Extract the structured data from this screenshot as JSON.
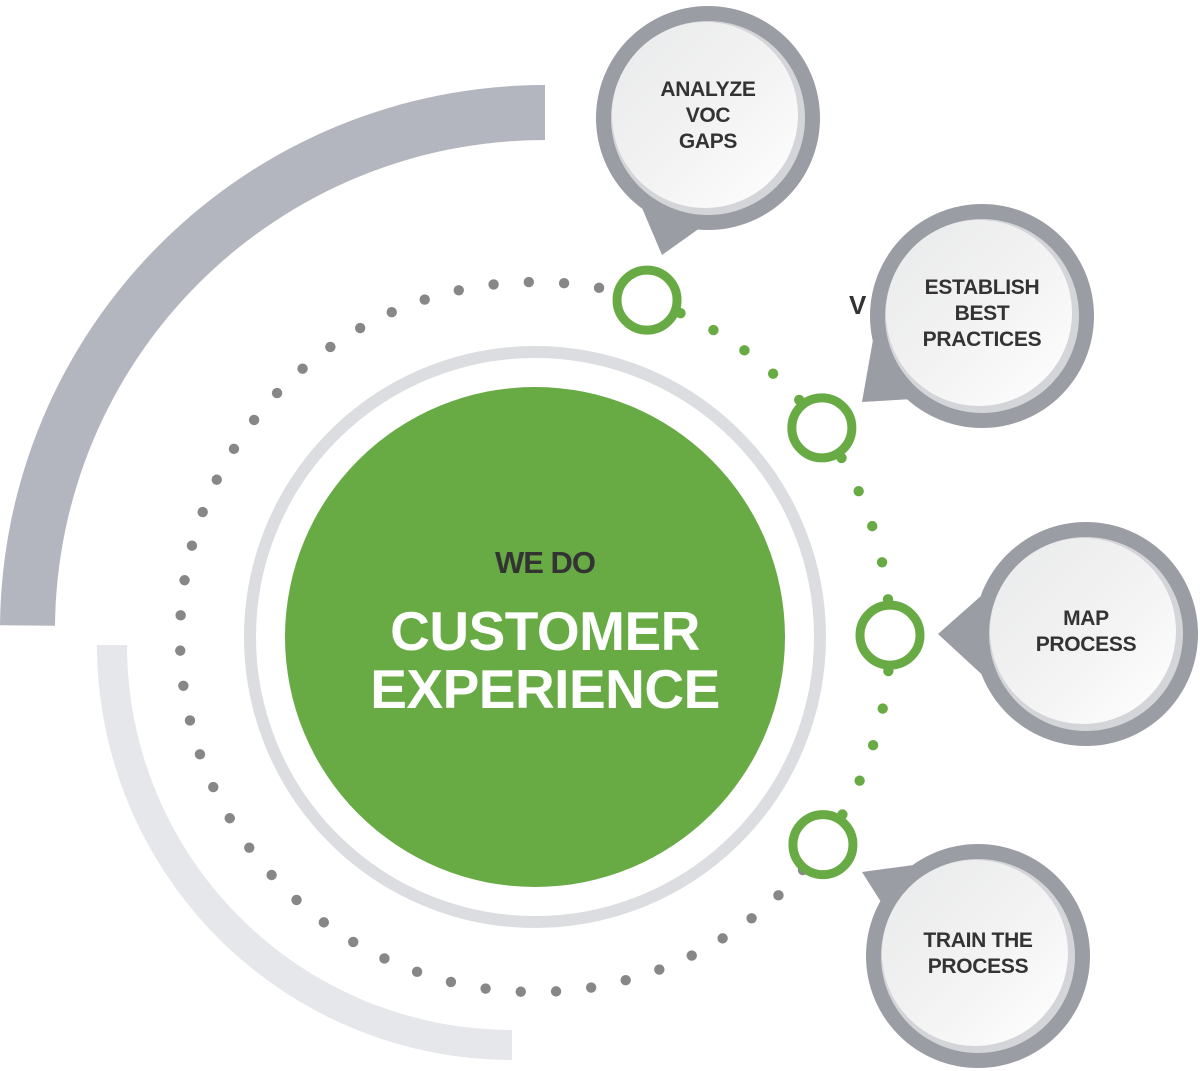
{
  "center": {
    "subtitle": "WE DO",
    "title_line1": "CUSTOMER",
    "title_line2": "EXPERIENCE"
  },
  "steps": [
    {
      "label": "ANALYZE\nVOC\nGAPS"
    },
    {
      "label": "ESTABLISH\nBEST\nPRACTICES"
    },
    {
      "label": "MAP\nPROCESS"
    },
    {
      "label": "TRAIN THE\nPROCESS"
    }
  ],
  "partial_hidden_text": "V",
  "colors": {
    "green": "#68ab45",
    "bubble_border": "#9a9da3",
    "bubble_fill": "#f2f2f2",
    "dark_arc": "#b3b6be",
    "light_arc": "#e6e7eb",
    "inner_ring": "#dcdde0",
    "gray_dot": "#878787",
    "text_dark": "#333333"
  }
}
